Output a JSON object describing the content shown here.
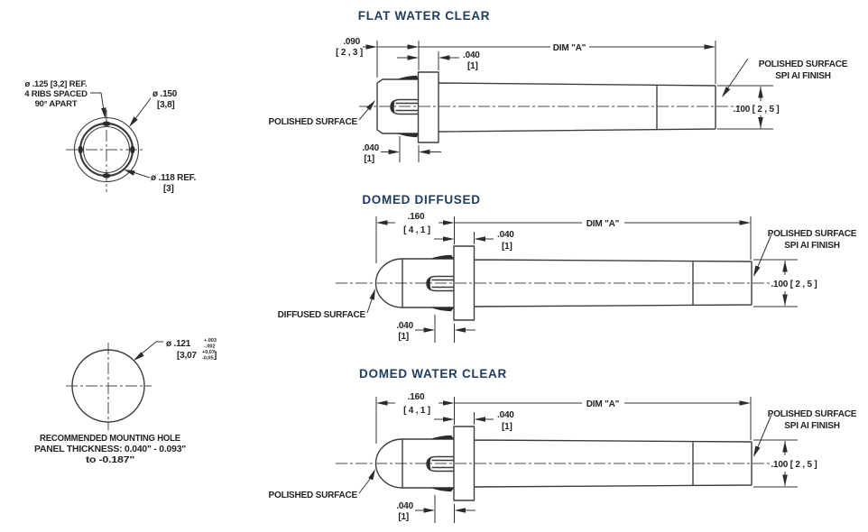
{
  "colors": {
    "accent": "#1e3c5e",
    "line": "#3c3c3e",
    "text": "#232325"
  },
  "front_view": {
    "rib_note_line1": "ø .125 [3,2] REF.",
    "rib_note_line2": "4 RIBS SPACED",
    "rib_note_line3": "90° APART",
    "outer_dia": "ø .150",
    "outer_dia_mm": "[3,8]",
    "inner_dia": "ø .118 REF.",
    "inner_dia_mm": "[3]"
  },
  "mounting_hole": {
    "dia": "ø .121",
    "tol_plus": "+.003",
    "tol_minus": "-.002",
    "dia_mm": "[3,07",
    "mm_tol_plus": "+0,07",
    "mm_tol_minus": "-0,05",
    "bracket_close": "]",
    "note_line1": "RECOMMENDED MOUNTING HOLE",
    "note_line2": "PANEL THICKNESS: 0.040\" - 0.093\"",
    "note_line3": "to -0.187\""
  },
  "flat": {
    "title": "FLAT WATER CLEAR",
    "dim_head": ".090",
    "dim_head_mm": "[ 2 , 3 ]",
    "dim_flange": ".040",
    "dim_flange_mm": "[1]",
    "dim_rib": ".040",
    "dim_rib_mm": "[1]",
    "dim_a": "DIM \"A\"",
    "dim_end": ".100 [ 2 , 5 ]",
    "surface": "POLISHED SURFACE",
    "finish_line1": "POLISHED SURFACE",
    "finish_line2": "SPI AI FINISH"
  },
  "domed_diffused": {
    "title": "DOMED DIFFUSED",
    "dim_head": ".160",
    "dim_head_mm": "[ 4 , 1 ]",
    "dim_flange": ".040",
    "dim_flange_mm": "[1]",
    "dim_rib": ".040",
    "dim_rib_mm": "[1]",
    "dim_a": "DIM \"A\"",
    "dim_end": ".100 [ 2 , 5 ]",
    "surface": "DIFFUSED SURFACE",
    "finish_line1": "POLISHED SURFACE",
    "finish_line2": "SPI AI FINISH"
  },
  "domed_water_clear": {
    "title": "DOMED WATER CLEAR",
    "dim_head": ".160",
    "dim_head_mm": "[ 4 , 1 ]",
    "dim_flange": ".040",
    "dim_flange_mm": "[1]",
    "dim_rib": ".040",
    "dim_rib_mm": "[1]",
    "dim_a": "DIM \"A\"",
    "dim_end": ".100 [ 2 , 5 ]",
    "surface": "POLISHED SURFACE",
    "finish_line1": "POLISHED SURFACE",
    "finish_line2": "SPI AI FINISH"
  }
}
